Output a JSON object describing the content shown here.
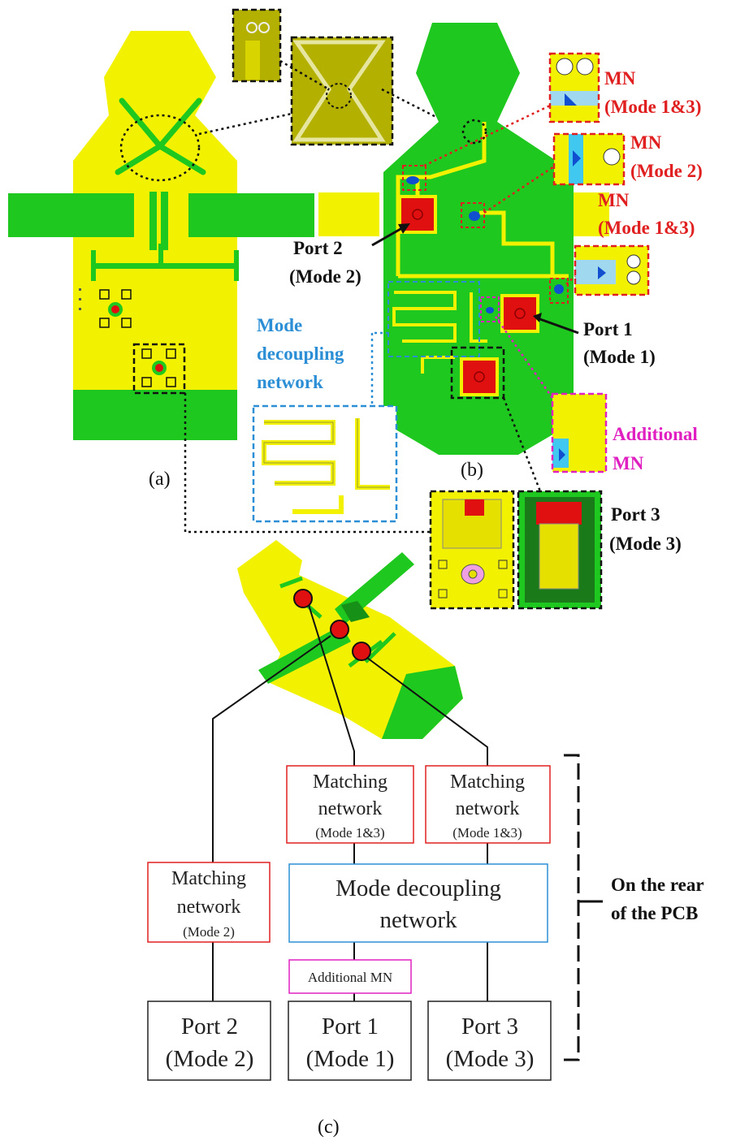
{
  "panels": {
    "a": "(a)",
    "b": "(b)",
    "c": "(c)"
  },
  "labels_b": {
    "mn_13_top_line1": "MN",
    "mn_13_top_line2": "(Mode 1&3)",
    "mn_2_line1": "MN",
    "mn_2_line2": "(Mode 2)",
    "mn_13_mid_line1": "MN",
    "mn_13_mid_line2": "(Mode 1&3)",
    "port2_line1": "Port 2",
    "port2_line2": "(Mode 2)",
    "port1_line1": "Port 1",
    "port1_line2": "(Mode 1)",
    "mdn_line1": "Mode",
    "mdn_line2": "decoupling",
    "mdn_line3": "network",
    "add_mn_line1": "Additional",
    "add_mn_line2": "MN",
    "port3_line1": "Port 3",
    "port3_line2": "(Mode 3)"
  },
  "block_diagram": {
    "mn_mode1_line1": "Matching",
    "mn_mode1_line2": "network",
    "mn_mode1_line3": "(Mode 1&3)",
    "mn_mode3_line1": "Matching",
    "mn_mode3_line2": "network",
    "mn_mode3_line3": "(Mode 1&3)",
    "mn_mode2_line1": "Matching",
    "mn_mode2_line2": "network",
    "mn_mode2_line3": "(Mode 2)",
    "mdn_line1": "Mode decoupling",
    "mdn_line2": "network",
    "additional_mn": "Additional MN",
    "port2_line1": "Port 2",
    "port2_line2": "(Mode 2)",
    "port1_line1": "Port 1",
    "port1_line2": "(Mode 1)",
    "port3_line1": "Port 3",
    "port3_line2": "(Mode 3)",
    "rear_line1": "On the rear",
    "rear_line2": "of the PCB"
  },
  "colors": {
    "pcb_yellow": "#f2f200",
    "copper_green": "#1ec81e",
    "port_red": "#e01010",
    "mn_red": "#e02020",
    "mdn_blue": "#2c8fd6",
    "add_mn_magenta": "#e020c0",
    "dash_black": "#111111",
    "olive": "#b4b000"
  }
}
